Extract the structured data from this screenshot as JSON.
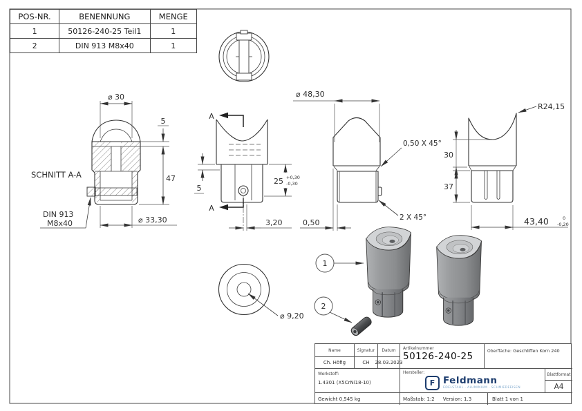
{
  "parts_table": {
    "headers": [
      "POS-NR.",
      "BENENNUNG",
      "MENGE"
    ],
    "rows": [
      {
        "pos": "1",
        "name": "50126-240-25 Teil1",
        "qty": "1"
      },
      {
        "pos": "2",
        "name": "DIN 913 M8x40",
        "qty": "1"
      }
    ]
  },
  "drawing": {
    "section_view": {
      "title": "SCHNITT A-A",
      "note_line1": "DIN 913",
      "note_line2": "M8x40",
      "dia_top": "⌀ 30",
      "cap_thickness": "5",
      "height": "47",
      "dia_bottom": "⌀ 33,30"
    },
    "front_view": {
      "cut_label": "A",
      "step": "5",
      "depth": "25",
      "depth_tol_plus": "+0,30",
      "depth_tol_minus": "-0,30",
      "offset": "3,20"
    },
    "side_view": {
      "dia": "⌀ 48,30",
      "chamfer_top": "0,50 X 45°",
      "chamfer_bottom": "2 X 45°",
      "offset": "0,50"
    },
    "rear_view": {
      "radius": "R24,15",
      "upper_height": "30",
      "lower_height": "37",
      "width": "43,40",
      "width_tol_upper": "0",
      "width_tol_lower": "-0,20"
    },
    "bottom_view": {
      "hole_dia": "⌀ 9,20"
    },
    "balloon_1": "1",
    "balloon_2": "2"
  },
  "title_block": {
    "name_label": "Name",
    "signature_label": "Signatur",
    "date_label": "Datum",
    "name_value": "Ch. Höfig",
    "signature_value": "CH",
    "date_value": "28.03.2023",
    "article_label": "Artikelnummer",
    "article_number": "50126-240-25",
    "surface_label": "Oberfläche:",
    "surface_value": "Geschliffen Korn 240",
    "material_label": "Werkstoff:",
    "material_value": "1.4301 (X5CrNi18-10)",
    "manufacturer_label": "Hersteller:",
    "logo_letter": "F",
    "logo_name": "Feldmann",
    "logo_tagline": "EDELSTAHL · ALUMINIUM · SCHMIEDEEISEN",
    "format_label": "Blattformat",
    "format_value": "A4",
    "weight_label": "Gewicht 0,545 kg",
    "scale_label": "Maßstab: 1:2",
    "version_label": "Version: 1.3",
    "sheet_label": "Blatt 1 von 1"
  },
  "colors": {
    "line": "#3b3b3b",
    "logo_navy": "#1d3d6e",
    "logo_light_blue": "#7ba6cb",
    "render_gray": "#94969a"
  }
}
